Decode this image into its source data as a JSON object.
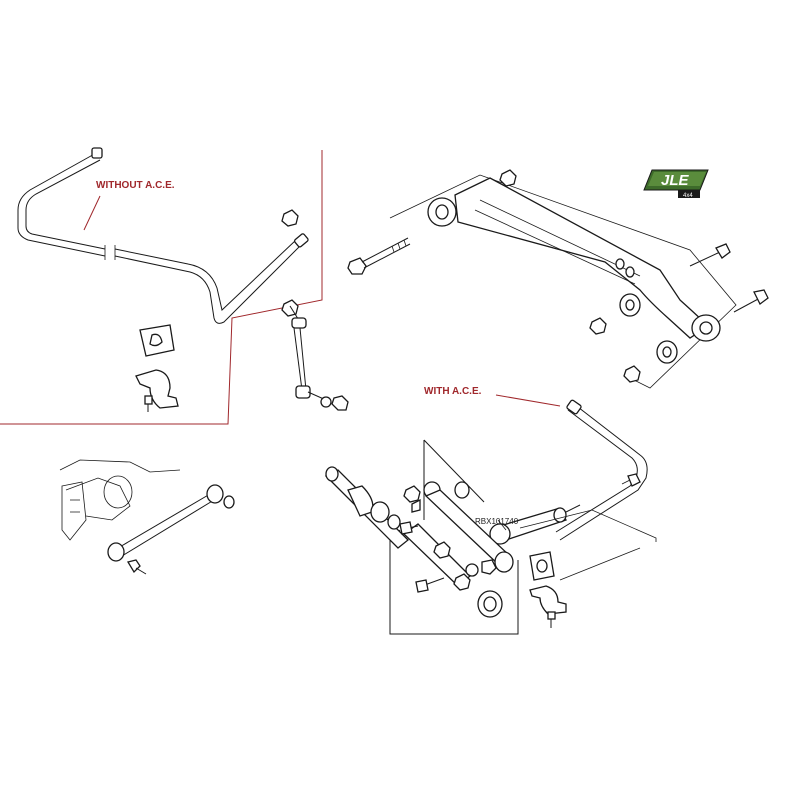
{
  "labels": {
    "without_ace": "WITHOUT A.C.E.",
    "with_ace": "WITH A.C.E.",
    "part_ref": "RBX101740"
  },
  "logo": {
    "text": "JLE",
    "sub": "4x4"
  },
  "colors": {
    "label_red": "#a0282c",
    "logo_green": "#3d6b2a",
    "line": "#1a1a1a"
  }
}
